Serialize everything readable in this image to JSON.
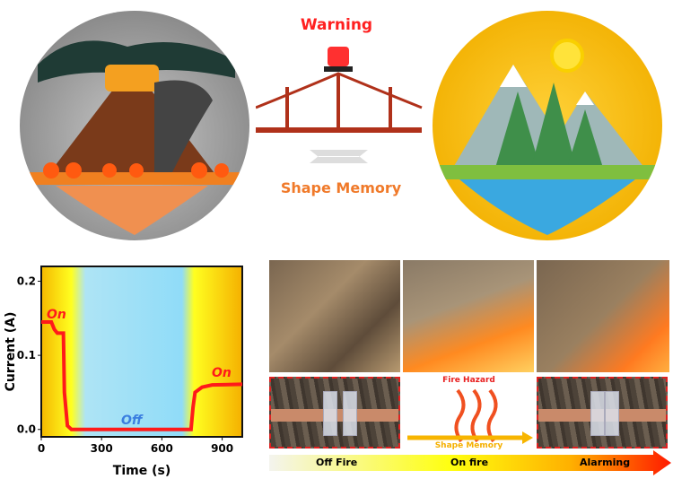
{
  "top": {
    "warning_label": "Warning",
    "shape_memory_label": "Shape Memory"
  },
  "bottom": {
    "fire_hazard_label": "Fire Hazard",
    "shape_memory_label": "Shape Memory",
    "progress_stages": [
      "Off Fire",
      "On fire",
      "Alarming"
    ]
  },
  "colors": {
    "red": "#ff2020",
    "orange": "#f07a2a",
    "yellow": "#f5c400",
    "sky": "#9fdcf5"
  },
  "chart_data": {
    "type": "line",
    "xlabel": "Time (s)",
    "ylabel": "Current (A)",
    "xlim": [
      0,
      1000
    ],
    "ylim": [
      -0.01,
      0.22
    ],
    "xticks": [
      0,
      300,
      600,
      900
    ],
    "yticks": [
      0.0,
      0.1,
      0.2
    ],
    "ytick_labels": [
      "0.0",
      "0.1",
      "0.2"
    ],
    "annotations": [
      "On",
      "Off",
      "On"
    ],
    "series": [
      {
        "name": "Current",
        "color": "#ff1a1a",
        "x": [
          0,
          50,
          65,
          80,
          110,
          115,
          130,
          150,
          745,
          755,
          765,
          800,
          850,
          1000
        ],
        "y": [
          0.145,
          0.145,
          0.135,
          0.13,
          0.13,
          0.05,
          0.005,
          0,
          0,
          0.03,
          0.05,
          0.057,
          0.06,
          0.061
        ]
      }
    ]
  }
}
